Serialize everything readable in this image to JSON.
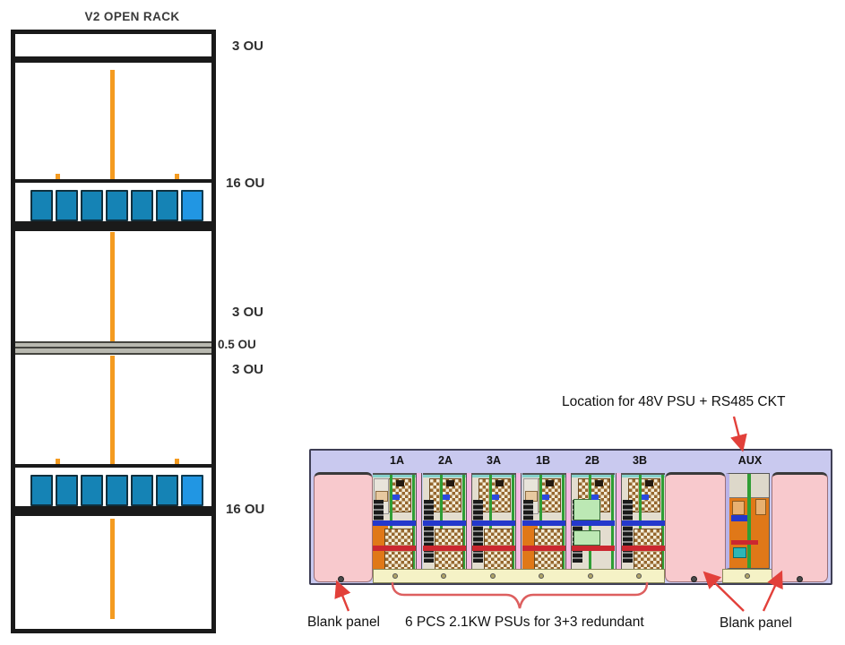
{
  "rack": {
    "title": "V2 OPEN RACK",
    "ou_labels": [
      "3 OU",
      "16 OU",
      "3 OU",
      "0.5 OU",
      "3 OU",
      "16 OU"
    ]
  },
  "shelf": {
    "slot_labels": [
      "1A",
      "2A",
      "3A",
      "1B",
      "2B",
      "3B"
    ],
    "aux_label": "AUX"
  },
  "annotations": {
    "location_note": "Location for 48V PSU + RS485 CKT",
    "psu_note": "6 PCS 2.1KW PSUs for 3+3 redundant",
    "blank_panel_left": "Blank panel",
    "blank_panel_right": "Blank panel"
  },
  "colors": {
    "busbar_orange": "#f49b20",
    "psu_module_teal": "#1583b5",
    "psu_module_highlight": "#2196e3",
    "shelf_lavender": "#c9c9ef",
    "blank_panel_pink": "#f8c9cd",
    "annotation_red": "#e2403a"
  }
}
